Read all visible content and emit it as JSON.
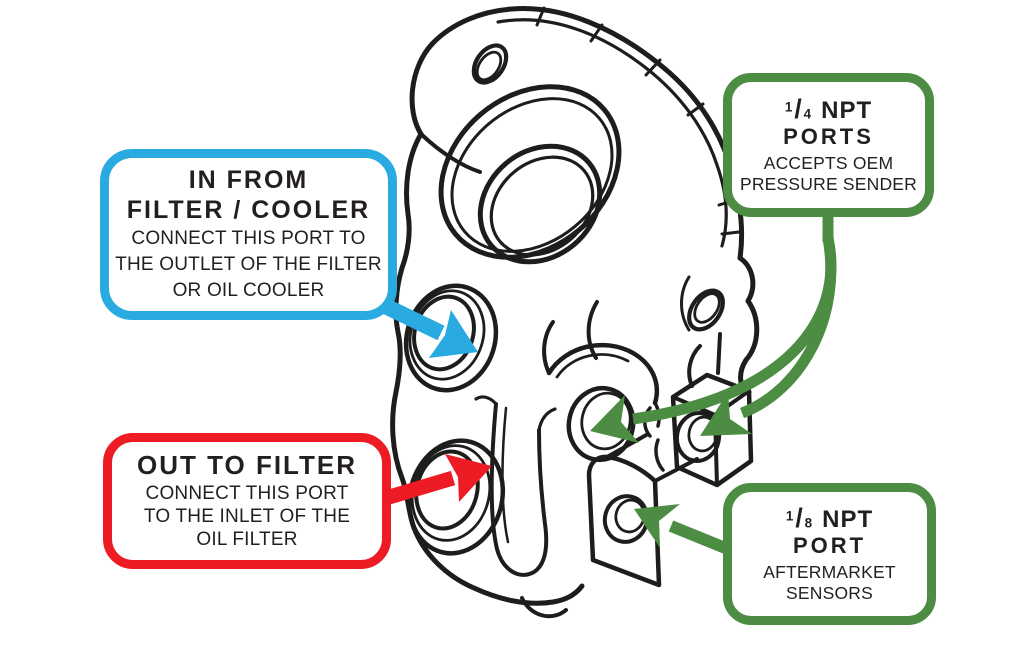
{
  "palette": {
    "callout_blue": "#29ABE2",
    "callout_red": "#ED1C24",
    "callout_green": "#4C8C43",
    "line_art": "#1D1D1B",
    "background": "#FFFFFF",
    "text": "#231F20"
  },
  "callouts": {
    "in_from_filter_cooler": {
      "color": "blue",
      "title_lines": [
        "IN FROM",
        "FILTER / COOLER"
      ],
      "body_lines": [
        "CONNECT THIS PORT TO",
        "THE OUTLET OF THE FILTER",
        "OR OIL COOLER"
      ]
    },
    "out_to_filter": {
      "color": "red",
      "title_lines": [
        "OUT TO FILTER"
      ],
      "body_lines": [
        "CONNECT THIS PORT",
        "TO THE INLET OF THE",
        "OIL FILTER"
      ]
    },
    "quarter_npt_ports": {
      "color": "green",
      "fraction": {
        "numerator": "1",
        "slash": "/",
        "denominator": "4"
      },
      "title_suffix": "NPT",
      "title_line2": "PORTS",
      "body_lines": [
        "ACCEPTS OEM",
        "PRESSURE SENDER"
      ]
    },
    "eighth_npt_port": {
      "color": "green",
      "fraction": {
        "numerator": "1",
        "slash": "/",
        "denominator": "8"
      },
      "title_suffix": "NPT",
      "title_line2": "PORT",
      "body_lines": [
        "AFTERMARKET",
        "SENSORS"
      ]
    }
  },
  "diagram": {
    "subject": "oil filter adapter housing, isometric line drawing",
    "arrows": [
      {
        "color": "#29ABE2",
        "from": "in_from_filter_cooler",
        "to": "upper left port"
      },
      {
        "color": "#ED1C24",
        "from": "out_to_filter",
        "to": "lower left port"
      },
      {
        "color": "#4C8C43",
        "from": "quarter_npt_ports",
        "to": "two 1/4 NPT sender ports"
      },
      {
        "color": "#4C8C43",
        "from": "eighth_npt_port",
        "to": "1/8 NPT sensor port"
      }
    ]
  }
}
